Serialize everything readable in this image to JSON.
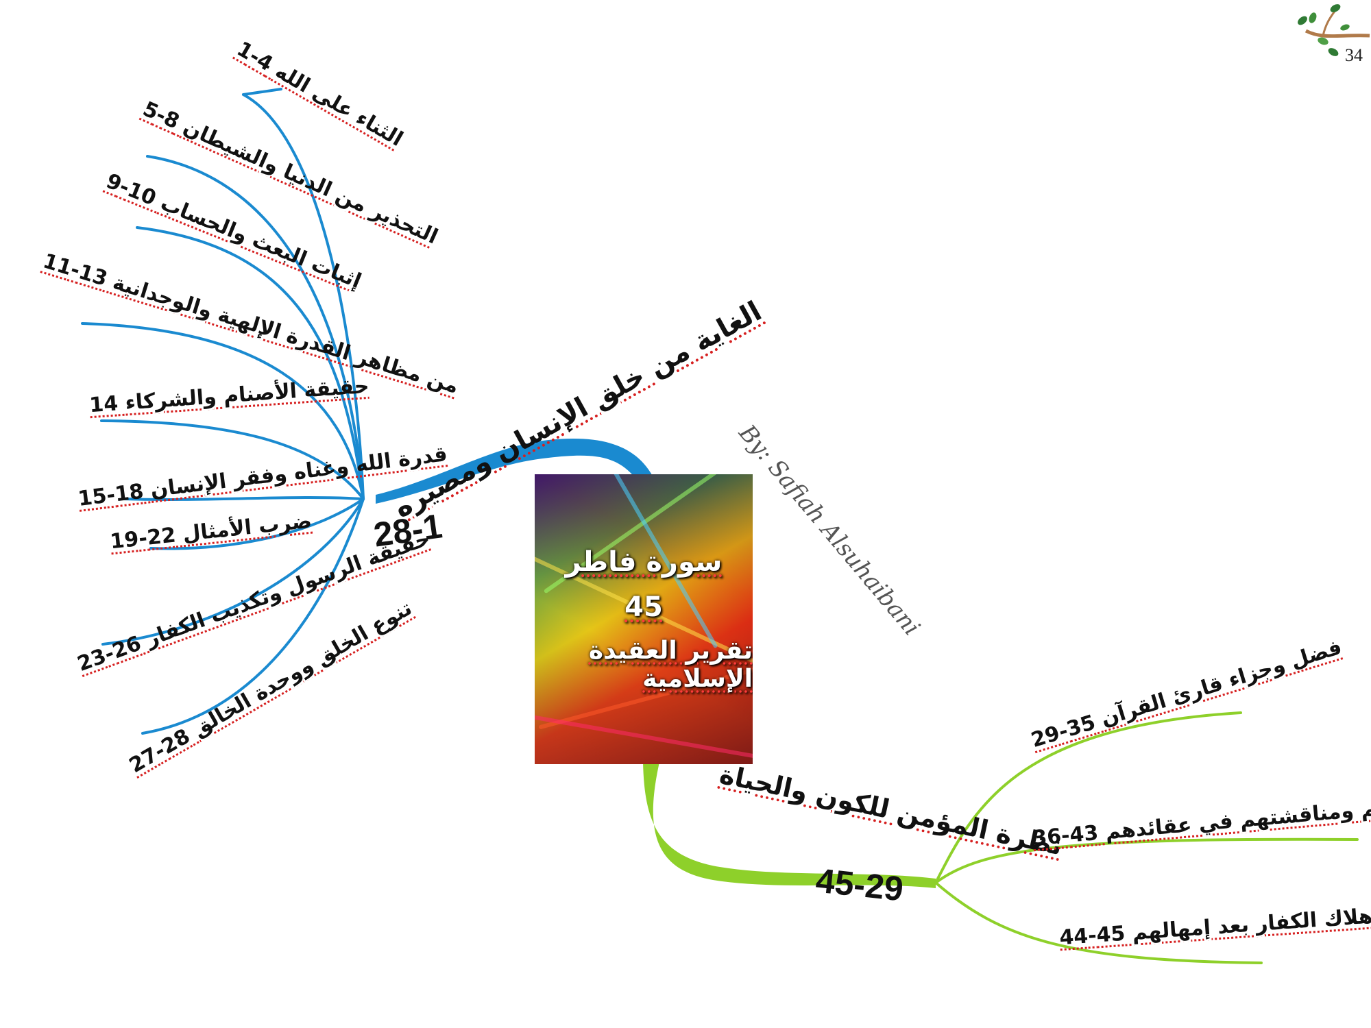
{
  "center": {
    "title": "سورة فاطر",
    "number": "45",
    "theme": "تقرير العقيدة الإسلامية"
  },
  "author": "By: Safiah Alsuhaibani",
  "page_number": "34",
  "colors": {
    "left_branch": "#1a8ad0",
    "right_branch": "#8ed02a",
    "underline": "#d62020"
  },
  "left_branch": {
    "title": "الغاية من خلق الإنسان ومصيره",
    "range": "28-1",
    "items": [
      {
        "label": "الثناء على الله",
        "range": "4-1"
      },
      {
        "label": "التحذير من الدنيا والشيطان",
        "range": "8-5"
      },
      {
        "label": "إثبات البعث والحساب",
        "range": "10-9"
      },
      {
        "label": "من مظاهر القدرة الإلهية والوجدانية",
        "range": "13-11"
      },
      {
        "label": "حقيقة الأصنام والشركاء",
        "range": "14"
      },
      {
        "label": "قدرة الله وغناه وفقر الإنسان",
        "range": "18-15"
      },
      {
        "label": "ضرب الأمثال",
        "range": "22-19"
      },
      {
        "label": "حقيقة الرسول وتكذيب الكفار",
        "range": "26-23"
      },
      {
        "label": "تنوع الخلق ووحدة الخالق",
        "range": "28-27"
      }
    ]
  },
  "right_branch": {
    "title": "نظرة المؤمن للكون والحياة",
    "range": "45-29",
    "items": [
      {
        "label": "فضل وجزاء قارئ القرآن",
        "range": "35-29"
      },
      {
        "label": "حال الكفار في جهنم ومناقشتهم في عقائدهم",
        "range": "43-36"
      },
      {
        "label": "إهلاك الكفار بعد إمهالهم",
        "range": "45-44"
      }
    ]
  }
}
